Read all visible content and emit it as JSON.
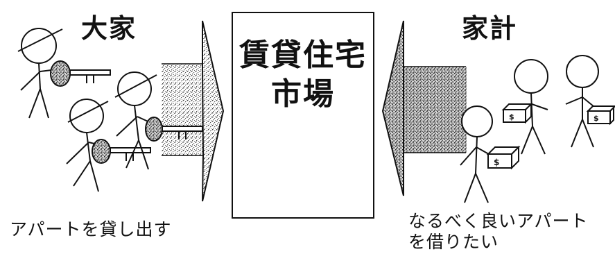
{
  "landlords": {
    "title": "大家",
    "caption": "アパートを貸し出す"
  },
  "households": {
    "title": "家計",
    "caption_line1": "なるべく良いアパート",
    "caption_line2": "を借りたい"
  },
  "market": {
    "line1": "賃貸住宅",
    "line2": "市場"
  },
  "money_symbol": "$",
  "colors": {
    "ink": "#111111",
    "stipple": "#555555",
    "background": "#ffffff"
  },
  "icons": [
    "stick-figure-icon",
    "key-icon",
    "money-box-icon",
    "arrow-icon"
  ]
}
